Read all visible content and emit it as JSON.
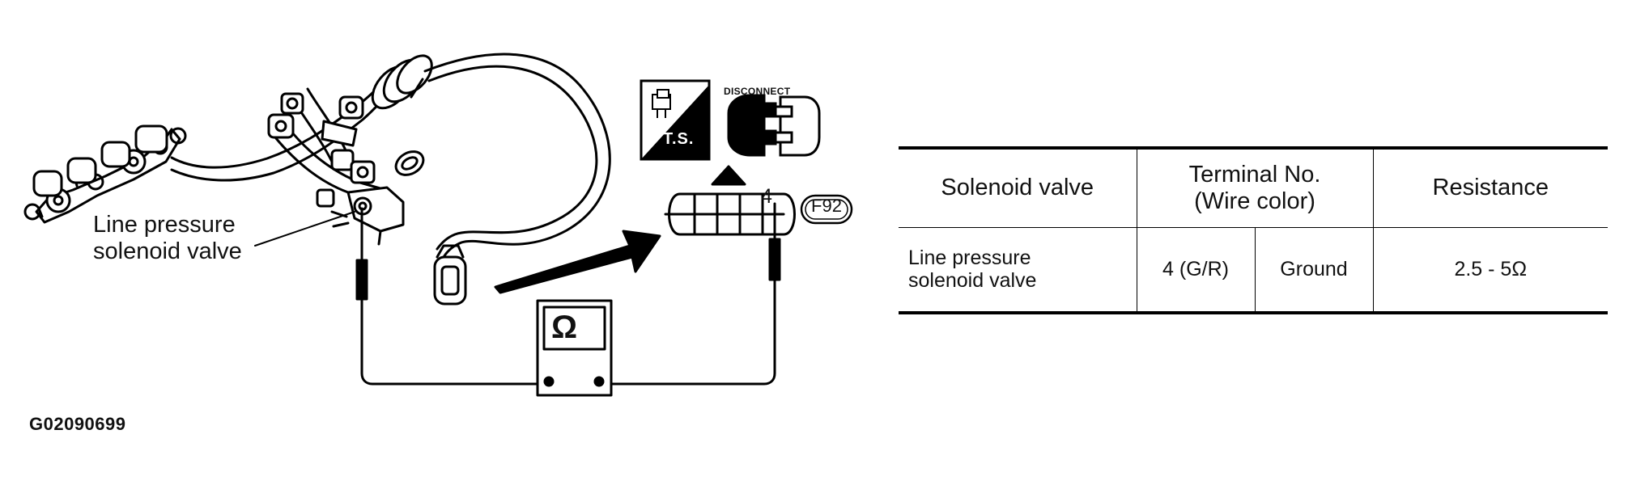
{
  "figure": {
    "callout": "Line pressure solenoid valve",
    "figure_code": "G02090699",
    "symbols": {
      "ts_text": "T.S.",
      "disconnect_text": "DISCONNECT",
      "ohmmeter_symbol": "Ω",
      "terminal_pin": "4",
      "connector_code": "F92"
    },
    "icons": [
      "harness-icon",
      "connector-icon",
      "ohmmeter-icon",
      "arrow-icon"
    ]
  },
  "table": {
    "headers": {
      "solenoid": "Solenoid valve",
      "terminal": "Terminal No. (Wire color)",
      "resistance": "Resistance"
    },
    "rows": [
      {
        "solenoid": "Line pressure solenoid valve",
        "terminal_a": "4 (G/R)",
        "terminal_b": "Ground",
        "resistance": "2.5 - 5Ω"
      }
    ]
  }
}
